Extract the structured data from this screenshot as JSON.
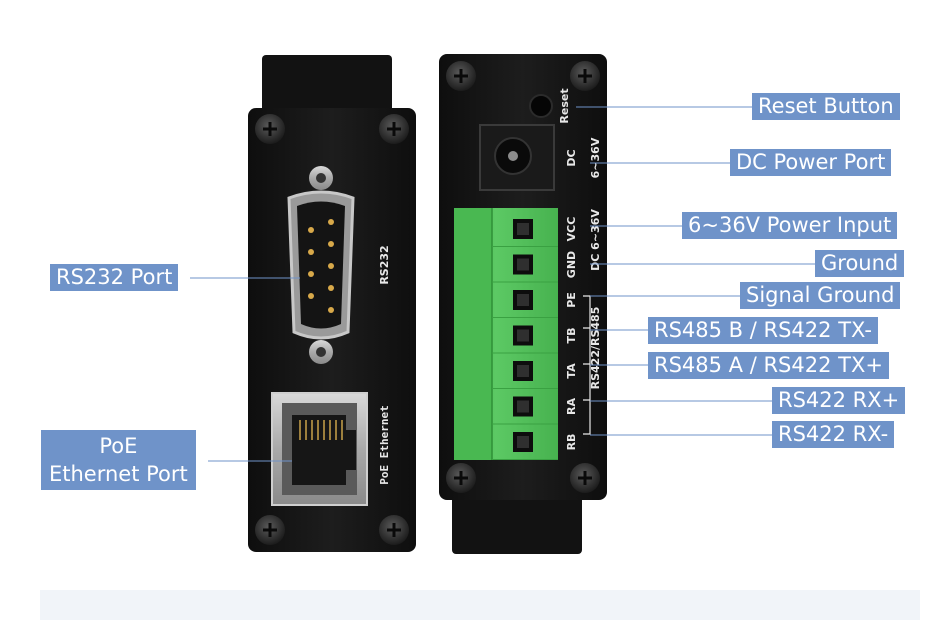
{
  "left_device": {
    "rs232_silk": "RS232",
    "poe_silk": "PoE Ethernet"
  },
  "right_device": {
    "reset_silk": "Reset",
    "dc_silk": "DC",
    "dc_voltage_silk": "6~36V",
    "dc_label_silk": "DC 6~36V",
    "rs_silk": "RS422/RS485",
    "terminal_pins": [
      "VCC",
      "GND",
      "PE",
      "TB",
      "TA",
      "RA",
      "RB"
    ]
  },
  "callouts": {
    "rs232_port": "RS232 Port",
    "poe_line1": "PoE",
    "poe_line2": "Ethernet Port",
    "reset_button": "Reset Button",
    "dc_power_port": "DC Power Port",
    "power_input": "6~36V Power Input",
    "ground": "Ground",
    "signal_ground": "Signal Ground",
    "tb": "RS485 B / RS422 TX-",
    "ta": "RS485 A / RS422 TX+",
    "ra": "RS422 RX+",
    "rb": "RS422 RX-"
  },
  "colors": {
    "callout_bg": "#6f93c9",
    "device_body": "#151515",
    "terminal_green": "#52c05a"
  }
}
